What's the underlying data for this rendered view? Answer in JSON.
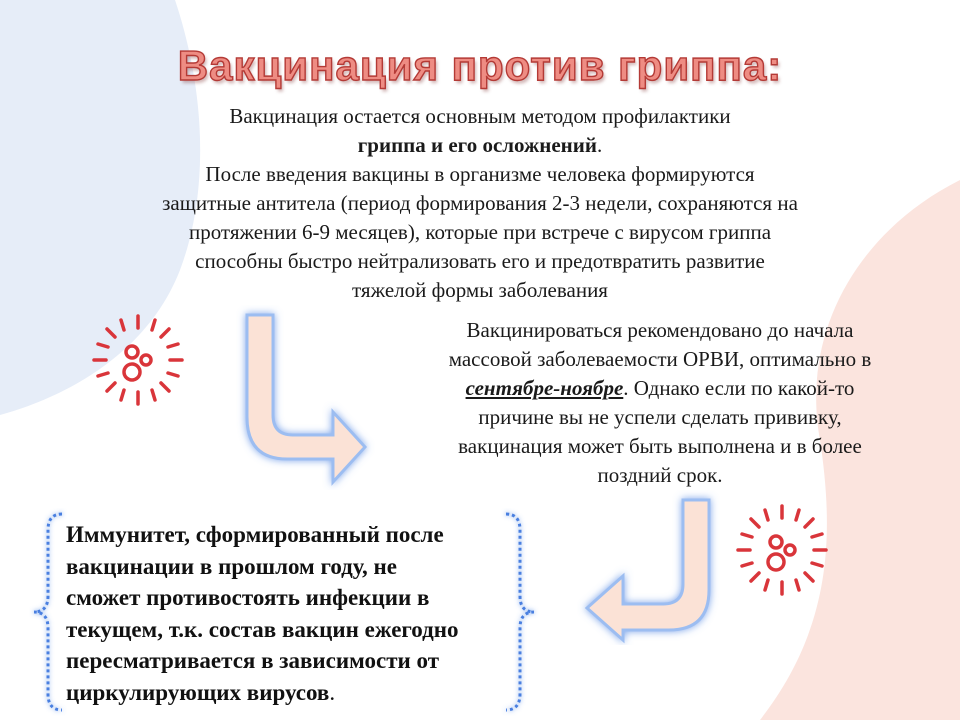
{
  "title": "Вакцинация против гриппа:",
  "paragraph1": {
    "line1": "Вакцинация остается основным методом профилактики",
    "line2_bold": "гриппа и его осложнений",
    "line2_end": ".",
    "line3": "После введения вакцины в организме человека формируются",
    "line4": "защитные антитела (период формирования 2-3 недели, сохраняются на",
    "line5": "протяжении 6-9 месяцев), которые при встрече с вирусом гриппа",
    "line6": "способны быстро нейтрализовать его и предотвратить развитие",
    "line7": "тяжелой формы заболевания"
  },
  "paragraph2": {
    "line1": "Вакцинироваться рекомендовано до начала",
    "line2": "массовой заболеваемости ОРВИ, оптимально в",
    "line3_emph": "сентябре-ноябре",
    "line3_rest": ". Однако если по какой-то",
    "line4": "причине вы не успели сделать прививку,",
    "line5": "вакцинация может быть выполнена и в более",
    "line6": "поздний срок."
  },
  "paragraph3": {
    "line1": "Иммунитет, сформированный после",
    "line2": "вакцинации в прошлом году, не",
    "line3": "сможет противостоять инфекции в",
    "line4": "текущем, т.к. состав вакцин ежегодно",
    "line5": "пересматривается в зависимости от",
    "line6_bold": "циркулирующих вирусов",
    "line6_end": "."
  },
  "icons": {
    "virus_left": "virus-icon",
    "virus_right": "virus-icon",
    "arrow_left": "curved-arrow-right-icon",
    "arrow_right": "curved-arrow-left-icon",
    "brace_left": "left-brace",
    "brace_right": "right-brace"
  },
  "colors": {
    "title_fill": "#ee8c83",
    "title_outline": "#b43a36",
    "virus": "#d9353a",
    "arrow_fill": "#fbe2d6",
    "arrow_glow": "#7ba8ec",
    "bg_blue": "#e6edf8",
    "bg_pink": "#fbe4de"
  }
}
